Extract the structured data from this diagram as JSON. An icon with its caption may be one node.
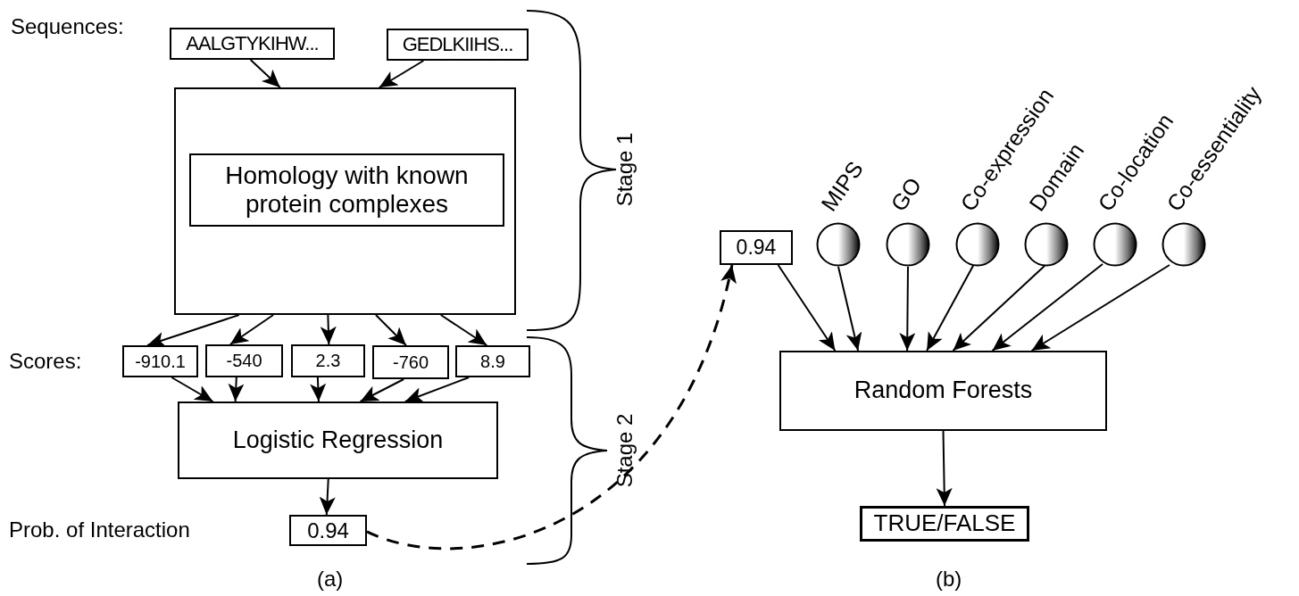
{
  "diagram": {
    "nodes": [
      {
        "text": [
          "AALGTYKIHW..."
        ]
      },
      {
        "text": [
          "GEDLKIIHS..."
        ]
      },
      {
        "text": [],
        "shape": "box"
      },
      {
        "text": [
          "Homology with known protein complexes"
        ],
        "in": 2
      },
      {
        "text": [
          "-910.1"
        ]
      },
      {
        "text": [
          "-540"
        ]
      },
      {
        "text": [
          "2.3"
        ]
      },
      {
        "text": [
          "-760"
        ]
      },
      {
        "text": [
          "8.9"
        ]
      },
      {
        "text": [
          "Logistic Regression"
        ]
      },
      {
        "text": [
          "0.94"
        ]
      },
      {
        "text": [
          "0.94"
        ]
      },
      {
        "text": [
          "MIPS"
        ]
      },
      {
        "text": [
          "GO"
        ]
      },
      {
        "text": [
          "Co-expression"
        ]
      },
      {
        "text": [
          "Domain"
        ]
      },
      {
        "text": [
          "Co-location"
        ]
      },
      {
        "text": [
          "Co-essentiality"
        ]
      },
      {
        "text": [
          "Random Forests"
        ]
      },
      {
        "text": [
          "TRUE/FALSE"
        ]
      }
    ],
    "edges": [
      {
        "from": 0,
        "to": 2,
        "arrow": "to"
      },
      {
        "from": 1,
        "to": 2,
        "arrow": "to"
      },
      {
        "from": 2,
        "to": 4,
        "arrow": "to"
      },
      {
        "from": 2,
        "to": 5,
        "arrow": "to"
      },
      {
        "from": 2,
        "to": 6,
        "arrow": "to"
      },
      {
        "from": 2,
        "to": 7,
        "arrow": "to"
      },
      {
        "from": 2,
        "to": 8,
        "arrow": "to"
      },
      {
        "from": 4,
        "to": 9,
        "arrow": "to"
      },
      {
        "from": 5,
        "to": 9,
        "arrow": "to"
      },
      {
        "from": 6,
        "to": 9,
        "arrow": "to"
      },
      {
        "from": 7,
        "to": 9,
        "arrow": "to"
      },
      {
        "from": 8,
        "to": 9,
        "arrow": "to"
      },
      {
        "from": 9,
        "to": 10,
        "arrow": "to"
      },
      {
        "from": 10,
        "to": 11,
        "arrow": "to",
        "style": "dashed"
      },
      {
        "from": 11,
        "to": 18,
        "arrow": "to"
      },
      {
        "from": 12,
        "to": 18,
        "arrow": "to"
      },
      {
        "from": 13,
        "to": 18,
        "arrow": "to"
      },
      {
        "from": 14,
        "to": 18,
        "arrow": "to"
      },
      {
        "from": 15,
        "to": 18,
        "arrow": "to"
      },
      {
        "from": 16,
        "to": 18,
        "arrow": "to"
      },
      {
        "from": 17,
        "to": 18,
        "arrow": "to"
      },
      {
        "from": 18,
        "to": 19,
        "arrow": "to"
      }
    ],
    "labels": [
      "Sequences:",
      "Stage 1",
      "Scores:",
      "Stage 2",
      "Prob. of Interaction",
      "(a)",
      "(b)"
    ]
  }
}
